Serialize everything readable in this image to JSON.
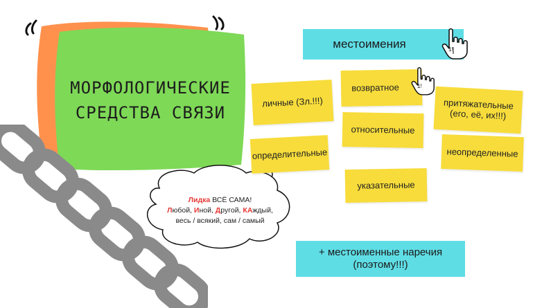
{
  "title": {
    "line1": "МОРФОЛОГИЧЕСКИЕ",
    "line2": "СРЕДСТВА СВЯЗИ"
  },
  "header_box": {
    "label": "местоимения"
  },
  "sticky_notes": [
    "возвратное",
    "личные (Зл.!!!)",
    "притяжательные (его, её, их!!!)",
    "относительные",
    "определительные",
    "неопределенные",
    "указательные"
  ],
  "hand_badge": "1!",
  "bubble": {
    "line1_red": "Лидка",
    "line1_rest": " ВСЁ САМА!",
    "line2": [
      {
        "red": "Л",
        "rest": "юбой, "
      },
      {
        "red": "И",
        "rest": "ной, "
      },
      {
        "red": "Д",
        "rest": "ругой, "
      },
      {
        "red": "КА",
        "rest": "ждый,"
      }
    ],
    "line3": "весь / всякий, сам / самый"
  },
  "footer_box": {
    "line1": "+ местоименные наречия",
    "line2": "(поэтому!!!)"
  },
  "colors": {
    "green": "#7ed957",
    "orange": "#ff914d",
    "yellow": "#f7dc3b",
    "cyan": "#5fdde5",
    "red": "#e53935",
    "chain": "#8a8a8a"
  }
}
